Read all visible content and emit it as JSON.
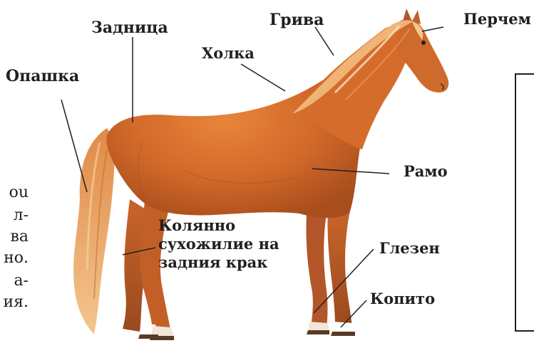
{
  "labels": {
    "zadnica": "Задница",
    "griva": "Грива",
    "perchem": "Перчем",
    "holka": "Холка",
    "opashka": "Опашка",
    "ramo": "Рамо",
    "koliano": "Колянно сухожилие на задния крак",
    "glezen": "Глезен",
    "kopito": "Копито"
  },
  "cut_text_lines": [
    "ou",
    "л-",
    "ва",
    "но.",
    "а-",
    "ия."
  ]
}
